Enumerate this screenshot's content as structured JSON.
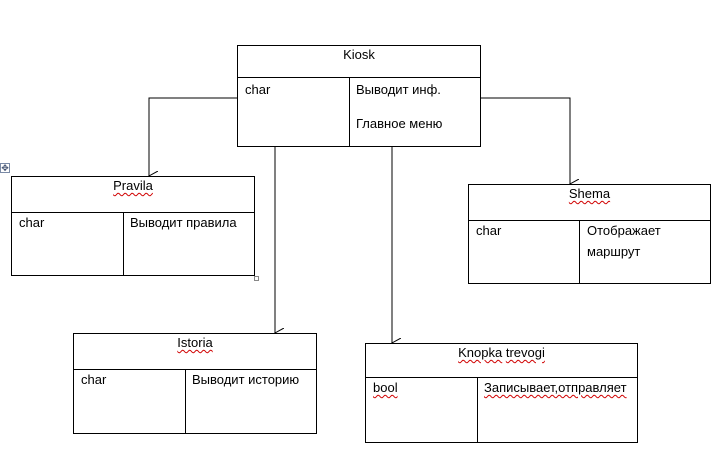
{
  "boxes": {
    "kiosk": {
      "title": "Kiosk",
      "left": "char",
      "right_line1": "Выводит инф.",
      "right_line2": "Главное меню"
    },
    "pravila": {
      "title": "Pravila",
      "left": "char",
      "right_line1": "Выводит правила"
    },
    "shema": {
      "title": "Shema",
      "left": "char",
      "right_line1": "Отображает",
      "right_line2": "маршрут"
    },
    "istoria": {
      "title": "Istoria",
      "left": "char",
      "right_line1": "Выводит историю"
    },
    "knopka": {
      "title": "Knopka trevogi",
      "title_word1": "Knopka",
      "title_word2": "trevogi",
      "left": "bool",
      "right_line1": "Записывает,отправляет"
    }
  },
  "icons": {
    "move_handle": "move-anchor-icon",
    "resize_handle": "resize-handle-icon"
  }
}
